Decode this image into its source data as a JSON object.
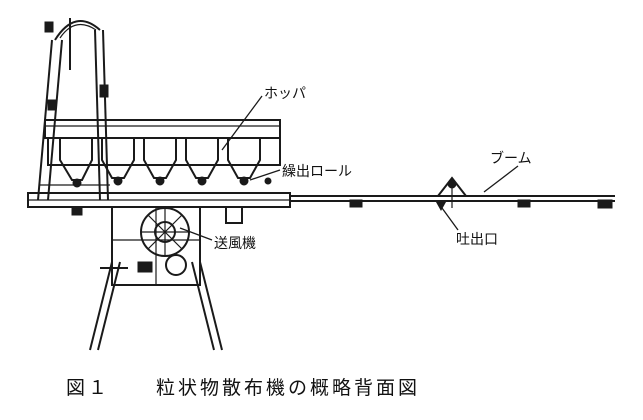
{
  "labels": {
    "hopper": "ホッパ",
    "feed_roll": "繰出ロール",
    "boom": "ブーム",
    "outlet": "吐出口",
    "blower": "送風機"
  },
  "caption": {
    "number": "図１",
    "title": "粒状物散布機の概略背面図"
  }
}
